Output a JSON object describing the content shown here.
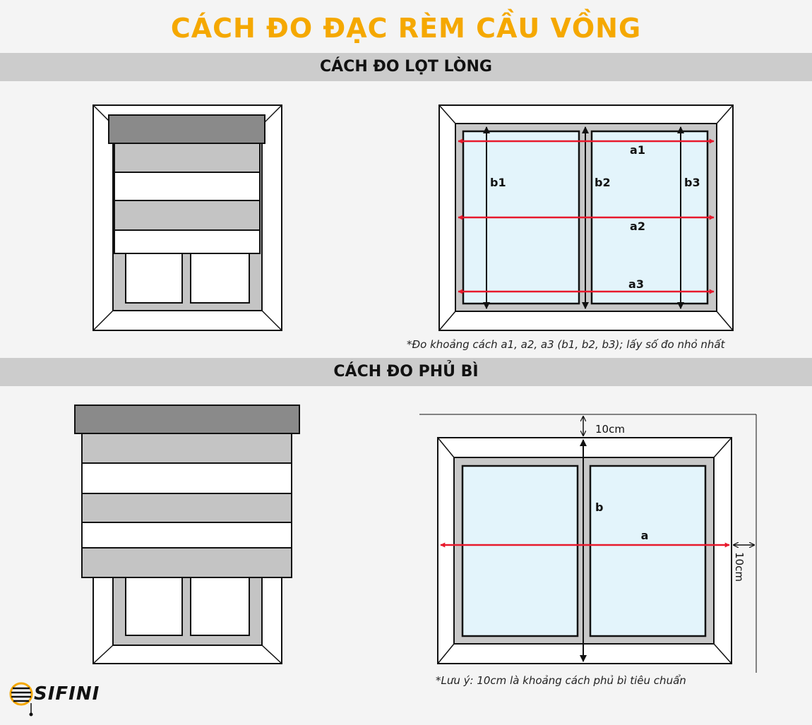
{
  "title": "CÁCH ĐO ĐẠC RÈM CẦU VỒNG",
  "sections": [
    {
      "heading": "CÁCH ĐO LỌT LÒNG",
      "note": "*Đo khoảng cách a1, a2, a3 (b1, b2, b3); lấy số đo nhỏ nhất"
    },
    {
      "heading": "CÁCH ĐO PHỦ BÌ",
      "note": "*Lưu ý: 10cm là khoảng cách phủ bì tiêu chuẩn"
    }
  ],
  "labels": {
    "a1": "a1",
    "a2": "a2",
    "a3": "a3",
    "b1": "b1",
    "b2": "b2",
    "b3": "b3",
    "a": "a",
    "b": "b",
    "top_offset": "10cm",
    "side_offset": "10cm"
  },
  "brand": "SIFINI",
  "colors": {
    "title": "#f5a800",
    "band": "#cccccc",
    "arrow_red": "#e8192c",
    "glass": "#e3f4fb",
    "frame_gray": "#c8c8c8",
    "headrail": "#8a8a8a",
    "slat_gray": "#c4c4c4"
  }
}
